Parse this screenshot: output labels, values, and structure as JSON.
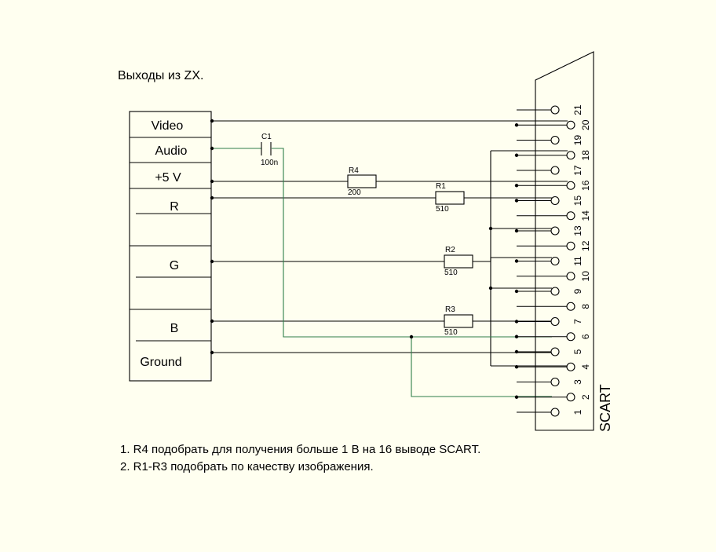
{
  "title": "Выходы из ZX.",
  "zx_connector": {
    "labels": [
      "Video",
      "Audio",
      "+5 V",
      "R",
      "G",
      "B",
      "Ground"
    ]
  },
  "components": [
    {
      "ref": "C1",
      "value": "100n"
    },
    {
      "ref": "R4",
      "value": "200"
    },
    {
      "ref": "R1",
      "value": "510"
    },
    {
      "ref": "R2",
      "value": "510"
    },
    {
      "ref": "R3",
      "value": "510"
    }
  ],
  "scart": {
    "label": "SCART",
    "pins": [
      "1",
      "2",
      "3",
      "4",
      "5",
      "6",
      "7",
      "8",
      "9",
      "10",
      "11",
      "12",
      "13",
      "14",
      "15",
      "16",
      "17",
      "18",
      "19",
      "20",
      "21"
    ]
  },
  "notes": [
    "1. R4 подобрать для получения больше 1 В на 16 выводе SCART.",
    "2. R1-R3 подобрать по качеству изображения."
  ]
}
